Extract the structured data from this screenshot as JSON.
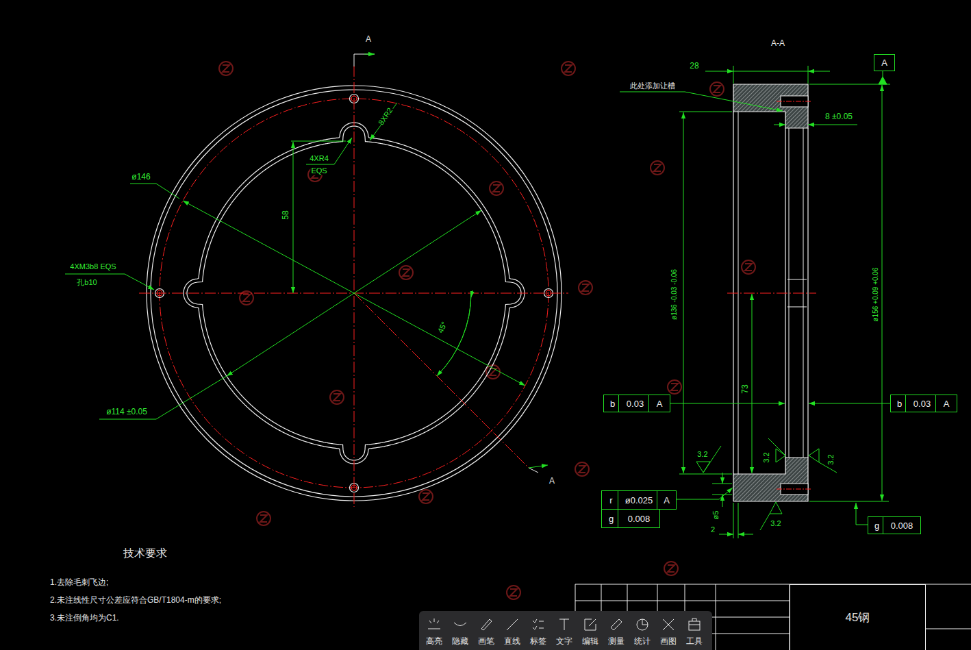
{
  "diagram": {
    "nodes": [
      {
        "text": [
          "A"
        ]
      },
      {
        "text": [
          "b",
          "0.03",
          "A"
        ]
      },
      {
        "text": [
          "b",
          "0.03",
          "A"
        ]
      },
      {
        "text": [
          "r",
          "ø0.025",
          "A",
          "g",
          "0.008"
        ]
      },
      {
        "text": [
          "g",
          "0.008"
        ]
      },
      {
        "text": [
          "45钢"
        ]
      }
    ],
    "labels": [
      "A",
      "A",
      "8XR2",
      "4XR4",
      "EQS",
      "58",
      "ø146",
      "4XM3b8 EQS",
      "孔b10",
      "45°",
      "ø114 ±0.05",
      "A-A",
      "28",
      "此处添加让槽",
      "8 ±0.05",
      "ø136 -0.03 -0.06",
      "ø156 +0.09 +0.06",
      "73",
      "3.2",
      "3.2",
      "3.2",
      "3.2",
      "ø5",
      "2",
      "技术要求",
      "1.去除毛刺飞边;",
      "2.未注线性尺寸公差应符合GB/T1804-m的要求;",
      "3.未注倒角均为C1.",
      "高亮",
      "隐藏",
      "画笔",
      "直线",
      "标签",
      "文字",
      "编辑",
      "测量",
      "统计",
      "画图",
      "工具"
    ]
  }
}
